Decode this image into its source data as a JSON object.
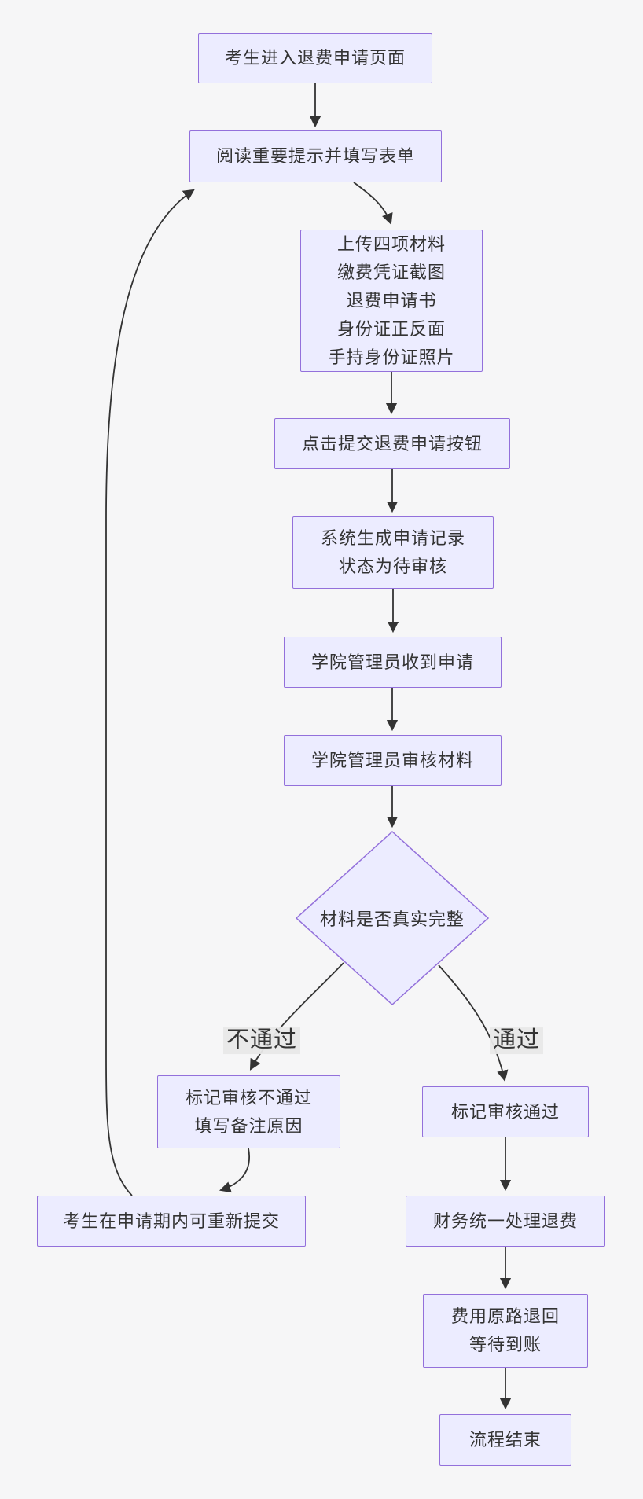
{
  "diagram": {
    "type": "flowchart",
    "direction": "top-down",
    "colors": {
      "background": "#f6f6f7",
      "node_fill": "#ececff",
      "node_border": "#9370db",
      "edge_line": "#333333",
      "text": "#333333",
      "edge_label_bg": "#e8e8e8"
    },
    "nodes": {
      "enter": {
        "label": "考生进入退费申请页面"
      },
      "read": {
        "label": "阅读重要提示并填写表单"
      },
      "upload": {
        "lines": [
          "上传四项材料",
          "缴费凭证截图",
          "退费申请书",
          "身份证正反面",
          "手持身份证照片"
        ]
      },
      "submit": {
        "label": "点击提交退费申请按钮"
      },
      "record": {
        "lines": [
          "系统生成申请记录",
          "状态为待审核"
        ]
      },
      "college_receive": {
        "label": "学院管理员收到申请"
      },
      "college_review": {
        "label": "学院管理员审核材料"
      },
      "decision": {
        "label": "材料是否真实完整",
        "shape": "diamond"
      },
      "mark_fail": {
        "lines": [
          "标记审核不通过",
          "填写备注原因"
        ]
      },
      "mark_pass": {
        "label": "标记审核通过"
      },
      "resubmit": {
        "label": "考生在申请期内可重新提交"
      },
      "finance": {
        "label": "财务统一处理退费"
      },
      "refund": {
        "lines": [
          "费用原路退回",
          "等待到账"
        ]
      },
      "end": {
        "label": "流程结束"
      }
    },
    "edge_labels": {
      "fail": {
        "label": "不通过"
      },
      "pass": {
        "label": "通过"
      }
    }
  }
}
